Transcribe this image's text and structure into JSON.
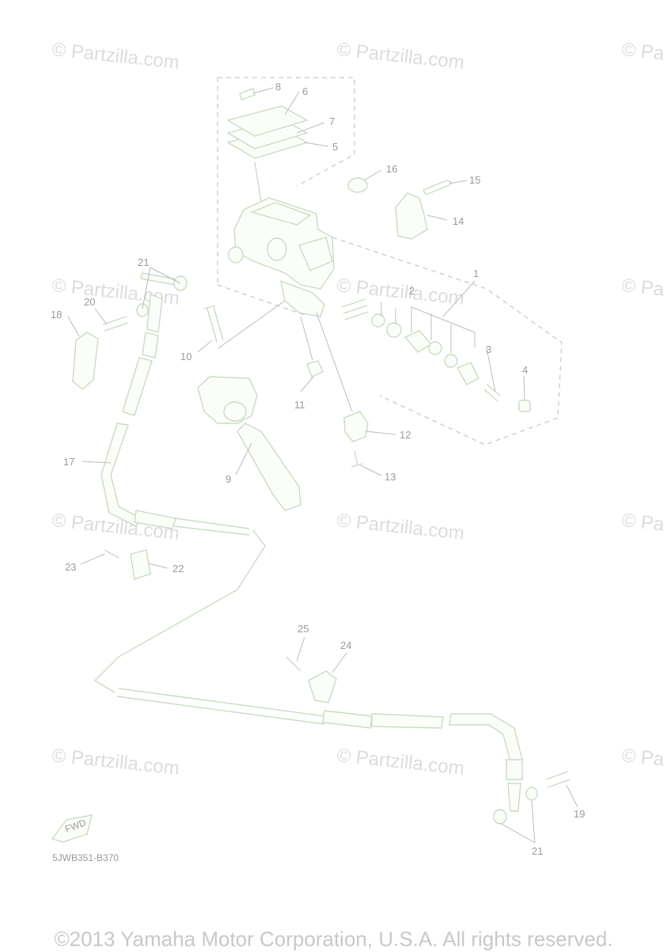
{
  "watermark": "© Partzilla.com",
  "watermark_edge": "© Pa",
  "diagram_code": "5JWB351-B370",
  "fwd_label": "FWD",
  "copyright": "©2013 Yamaha Motor Corporation, U.S.A. All rights reserved.",
  "callouts": {
    "c1": "1",
    "c2": "2",
    "c3": "3",
    "c4": "4",
    "c5": "5",
    "c6": "6",
    "c7": "7",
    "c8": "8",
    "c9": "9",
    "c10": "10",
    "c11": "11",
    "c12": "12",
    "c13": "13",
    "c14": "14",
    "c15": "15",
    "c16": "16",
    "c17": "17",
    "c18": "18",
    "c19": "19",
    "c20": "20",
    "c21a": "21",
    "c21b": "21",
    "c22": "22",
    "c23": "23",
    "c24": "24",
    "c25": "25"
  }
}
